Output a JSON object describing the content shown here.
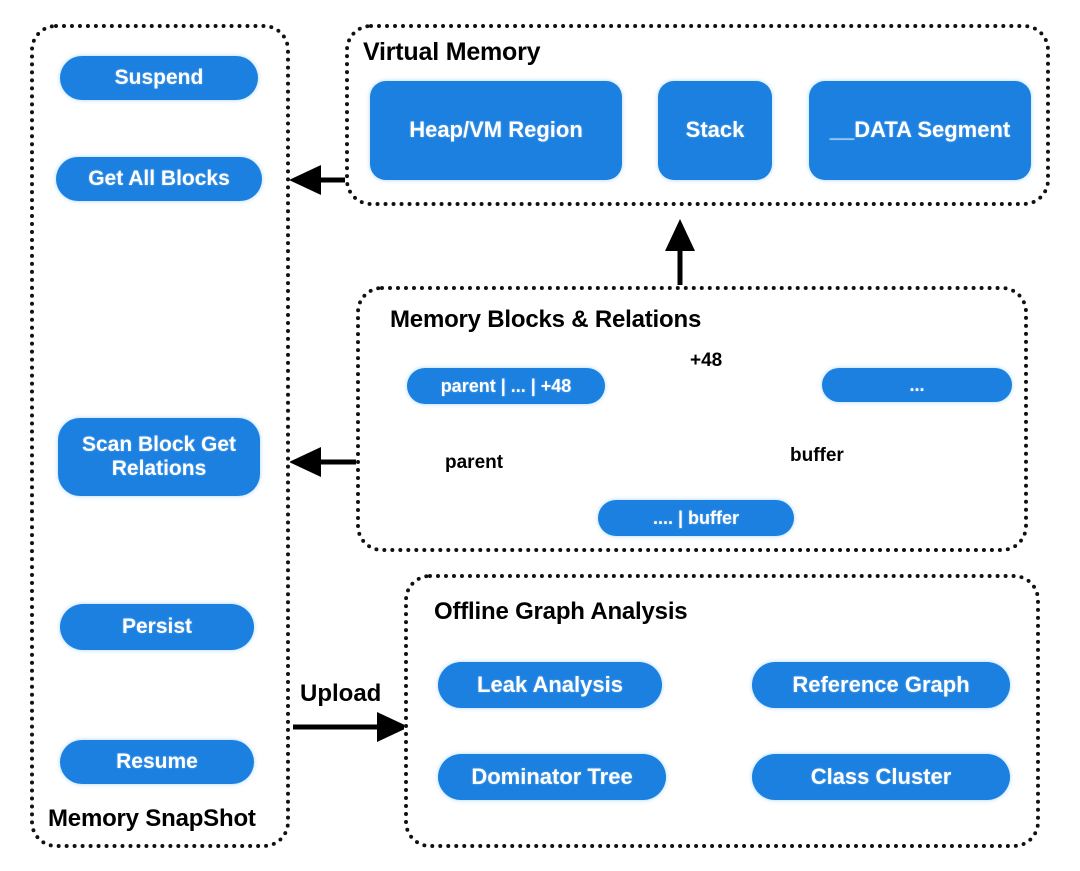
{
  "theme": {
    "accent_blue": "#1b80e0",
    "panel_border": "#111111",
    "text_on_accent": "#ffffff",
    "background": "#ffffff"
  },
  "diagram": {
    "type": "flow-diagram",
    "panels": [
      {
        "id": "memory-snapshot",
        "title": "Memory SnapShot",
        "title_position": "bottom",
        "nodes": [
          {
            "id": "suspend",
            "label": "Suspend"
          },
          {
            "id": "get-all-blocks",
            "label": "Get All Blocks"
          },
          {
            "id": "scan-block",
            "label": "Scan Block Get Relations"
          },
          {
            "id": "persist",
            "label": "Persist"
          },
          {
            "id": "resume",
            "label": "Resume"
          }
        ]
      },
      {
        "id": "virtual-memory",
        "title": "Virtual Memory",
        "title_position": "top",
        "nodes": [
          {
            "id": "heap-vm-region",
            "label": "Heap/VM Region"
          },
          {
            "id": "stack",
            "label": "Stack"
          },
          {
            "id": "data-segment",
            "label": "__DATA Segment"
          }
        ]
      },
      {
        "id": "memory-blocks",
        "title": "Memory Blocks & Relations",
        "title_position": "top",
        "nodes": [
          {
            "id": "block-parent",
            "label": "parent | ... | +48"
          },
          {
            "id": "block-dots",
            "label": "..."
          },
          {
            "id": "block-buffer",
            "label": ".... | buffer"
          }
        ],
        "edges": [
          {
            "id": "edge-plus48",
            "label": "+48",
            "from": "block-parent",
            "to": "block-dots"
          },
          {
            "id": "edge-parent",
            "label": "parent",
            "from": "block-parent",
            "to": "block-buffer"
          },
          {
            "id": "edge-buffer",
            "label": "buffer",
            "from": "block-buffer",
            "to": "block-dots"
          }
        ]
      },
      {
        "id": "offline-graph-analysis",
        "title": "Offline Graph Analysis",
        "title_position": "top",
        "nodes": [
          {
            "id": "leak-analysis",
            "label": "Leak Analysis"
          },
          {
            "id": "reference-graph",
            "label": "Reference Graph"
          },
          {
            "id": "dominator-tree",
            "label": "Dominator Tree"
          },
          {
            "id": "class-cluster",
            "label": "Class Cluster"
          }
        ]
      }
    ],
    "cross_panel_edges": [
      {
        "id": "vm-to-blocks",
        "label": "",
        "from": "virtual-memory",
        "to": "get-all-blocks"
      },
      {
        "id": "blocks-to-vm",
        "label": "",
        "from": "memory-blocks",
        "to": "virtual-memory"
      },
      {
        "id": "blocks-to-scan",
        "label": "",
        "from": "memory-blocks",
        "to": "scan-block"
      },
      {
        "id": "snapshot-to-offline",
        "label": "Upload",
        "from": "memory-snapshot",
        "to": "offline-graph-analysis"
      }
    ],
    "flow_edges": [
      {
        "from": "suspend",
        "to": "get-all-blocks"
      },
      {
        "from": "get-all-blocks",
        "to": "scan-block"
      },
      {
        "from": "scan-block",
        "to": "persist"
      },
      {
        "from": "persist",
        "to": "resume"
      }
    ]
  }
}
